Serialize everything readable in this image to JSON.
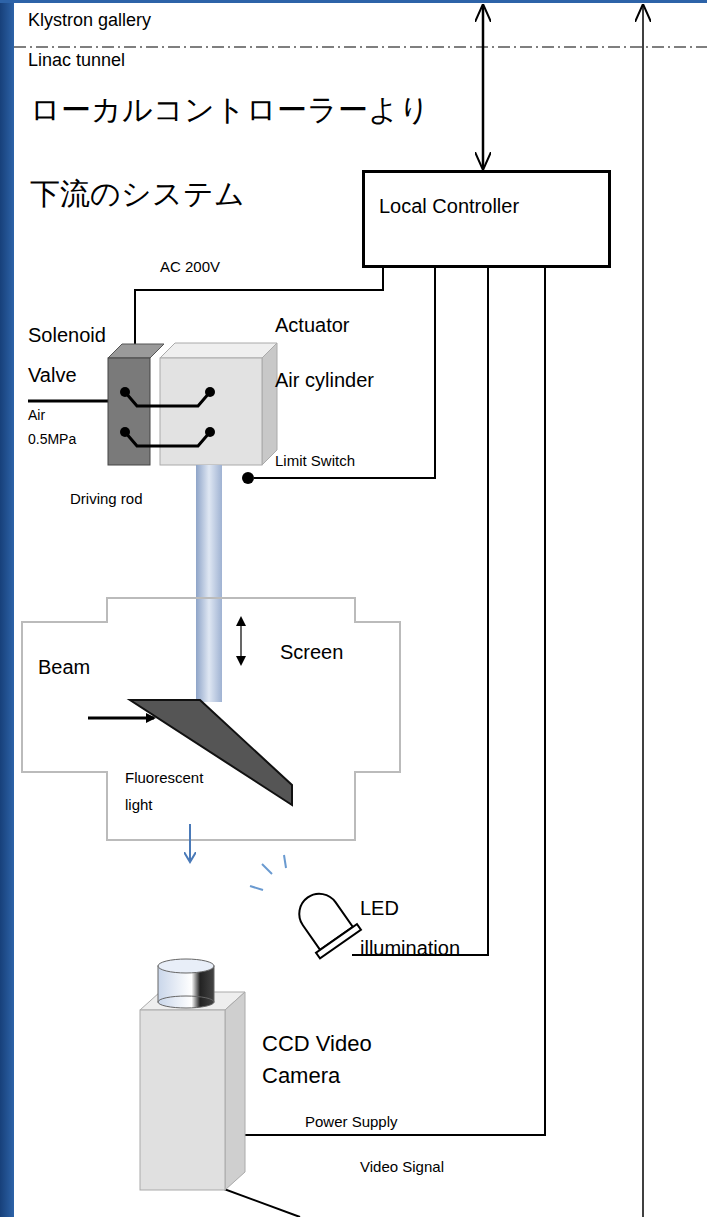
{
  "diagram": {
    "nodes": [
      {
        "text": [
          "Local Controller"
        ]
      }
    ],
    "labels": [
      "Klystron gallery",
      "Linac tunnel",
      "ローカルコントローラーより 下流のシステム",
      "AC 200V",
      "Solenoid Valve",
      "Actuator",
      "Air cylinder",
      "Air 0.5MPa",
      "Limit Switch",
      "Driving rod",
      "Beam",
      "Screen",
      "Fluorescent light",
      "LED illumination",
      "CCD Video Camera",
      "Power Supply",
      "Video Signal"
    ]
  }
}
